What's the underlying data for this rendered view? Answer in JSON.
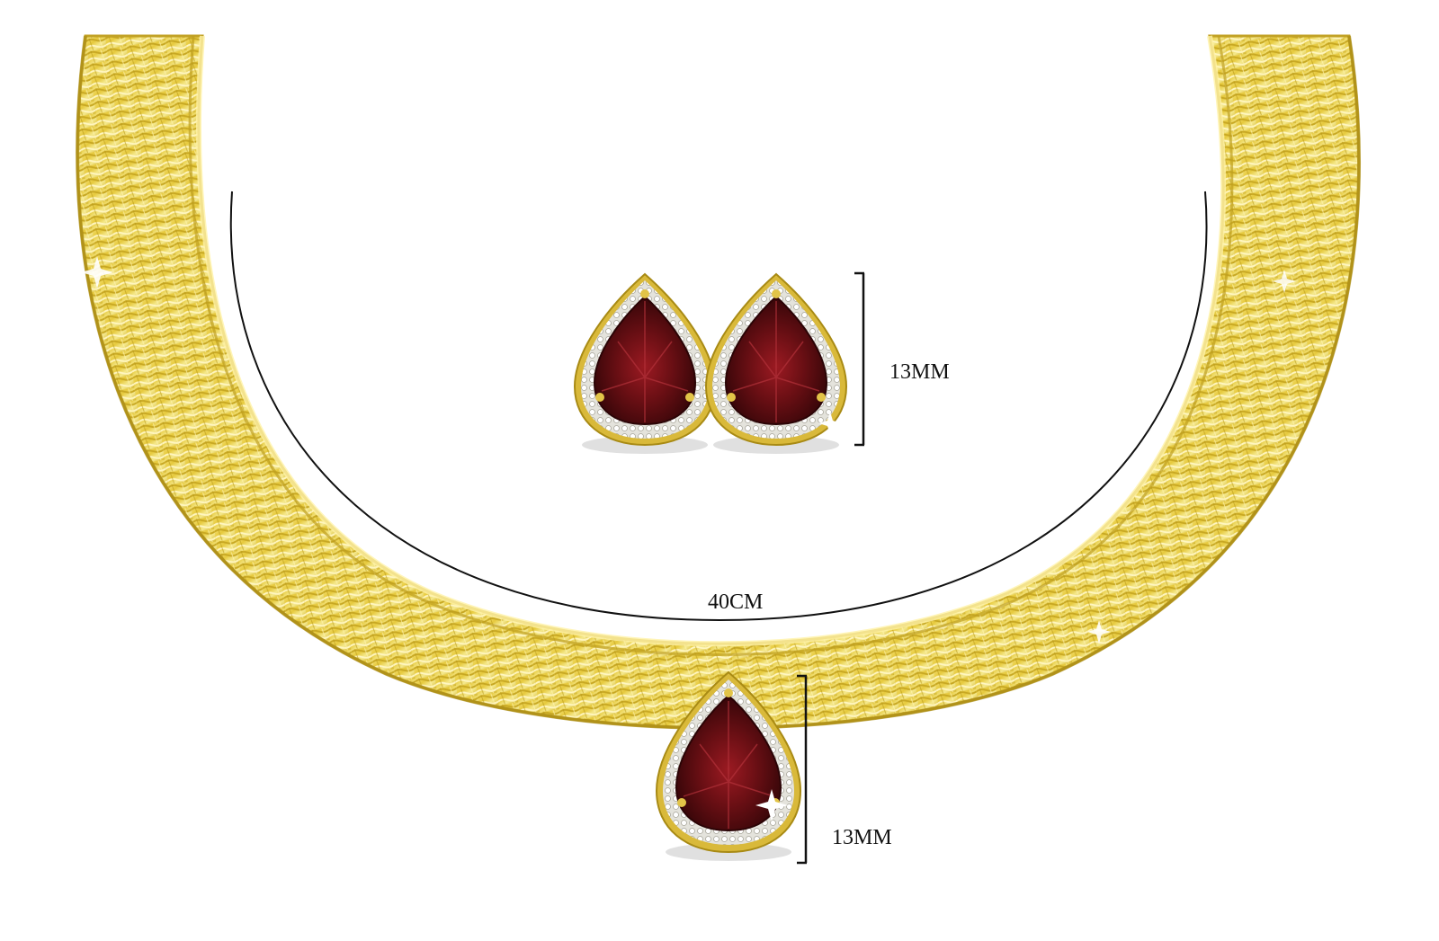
{
  "product": {
    "colors": {
      "gold": "#e8cf45",
      "gold_light": "#f8ec92",
      "gold_dark": "#b99a1c",
      "garnet": "#6a0f14",
      "garnet_dark": "#2b0406",
      "diamond": "#e8e8e4",
      "dimension_line": "#111111"
    },
    "items": [
      {
        "name": "necklace",
        "description_visible": false
      },
      {
        "name": "earring-left",
        "gem": "garnet",
        "halo": "diamond"
      },
      {
        "name": "earring-right",
        "gem": "garnet",
        "halo": "diamond"
      },
      {
        "name": "pendant",
        "gem": "garnet",
        "halo": "diamond"
      }
    ]
  },
  "dimensions": {
    "earring_height": "13MM",
    "necklace_length": "40CM",
    "pendant_height": "13MM"
  }
}
